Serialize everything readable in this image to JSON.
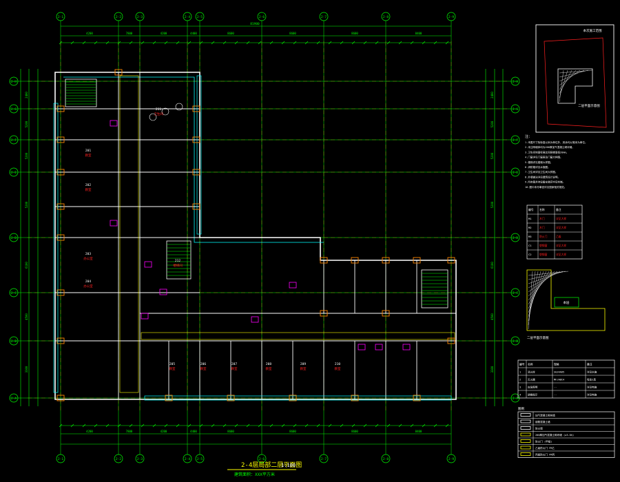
{
  "drawing": {
    "title": "2-4层局部二层平面图",
    "scale": "1:100",
    "subtitle": "建筑面积：XXX平方米",
    "grid_top": [
      "2-1",
      "2-2",
      "2-3",
      "2-4",
      "2-5",
      "2-6",
      "2-7",
      "2-8",
      "2-9"
    ],
    "grid_left": [
      "2-H",
      "2-G",
      "2-F",
      "2-E",
      "2-D",
      "2-C",
      "2-B",
      "2-A"
    ],
    "overall_dim": "81900",
    "bay_dims": [
      "4200",
      "7800",
      "4200",
      "4400",
      "8600",
      "8600",
      "8600",
      "8400",
      "8400"
    ],
    "row_dims": [
      "2400",
      "5200",
      "5200",
      "5200",
      "6100",
      "4500",
      "3300",
      "3100"
    ]
  },
  "rooms": [
    {
      "no": "201",
      "name": "教室"
    },
    {
      "no": "202",
      "name": "教室"
    },
    {
      "no": "203",
      "name": "办公室"
    },
    {
      "no": "204",
      "name": "办公室"
    },
    {
      "no": "205",
      "name": "教室"
    },
    {
      "no": "206",
      "name": "教室"
    },
    {
      "no": "207",
      "name": "教室"
    },
    {
      "no": "208",
      "name": "教室"
    },
    {
      "no": "209",
      "name": "教室"
    },
    {
      "no": "210",
      "name": "教室"
    },
    {
      "no": "211",
      "name": "卫生间"
    },
    {
      "no": "212",
      "name": "楼梯间"
    }
  ],
  "notes": {
    "heading": "注：",
    "lines": [
      "1.本图尺寸除标高以米为单位外，其余均以毫米为单位。",
      "2.未注明墙体均为200厚加气混凝土砌块墙。",
      "3.卫生间地面标高比同层楼面低20mm。",
      "4.门窗详见门窗表及门窗大样图。",
      "5.楼梯详见楼梯大样图。",
      "6.消防箱详见水施图。",
      "7.卫生间详见卫生间大样图。",
      "8.外墙做法详见建筑设计说明。",
      "9.所有管井待设备安装完毕后封堵。",
      "10.图中未尽事宜详见国家相关规范。"
    ]
  },
  "keyplan": {
    "label_top": "本次施工范围",
    "label_bottom": "二层平面示意图"
  },
  "small_plan": {
    "caption": "二层平面示意图",
    "tag": "本层"
  },
  "door_table": {
    "header": [
      "编号",
      "名称",
      "备注"
    ],
    "rows": [
      [
        "M1",
        "木门",
        "详见大样"
      ],
      [
        "M2",
        "木门",
        "详见大样"
      ],
      [
        "M3",
        "防火门",
        "乙级"
      ],
      [
        "C1",
        "塑钢窗",
        "详见大样"
      ],
      [
        "C2",
        "塑钢窗",
        "详见大样"
      ]
    ]
  },
  "fire_table": {
    "header": [
      "编号",
      "名称",
      "规格",
      "备注"
    ],
    "rows": [
      [
        "1",
        "消火栓",
        "SG24A65",
        "详见水施"
      ],
      [
        "2",
        "灭火器",
        "MF/ABC4",
        "每处2具"
      ],
      [
        "3",
        "应急照明",
        "--",
        "详见电施"
      ],
      [
        "4",
        "疏散指示",
        "--",
        "详见电施"
      ]
    ]
  },
  "legend": {
    "heading": "图例",
    "items": [
      "加气混凝土砌块墙",
      "钢筋混凝土墙",
      "防火墙",
      "200厚加气混凝土砌块墙 (≥3.0h)",
      "防火门 (甲级)",
      "乙级防火门 FM乙",
      "丙级防火门 FM丙"
    ]
  },
  "colors": {
    "grid": "#00ff00",
    "axis_red": "#ff2020",
    "wall": "#ffffff",
    "cyan": "#00ffff",
    "magenta": "#ff00ff",
    "yellow": "#ffff00",
    "orange": "#ff8800"
  }
}
